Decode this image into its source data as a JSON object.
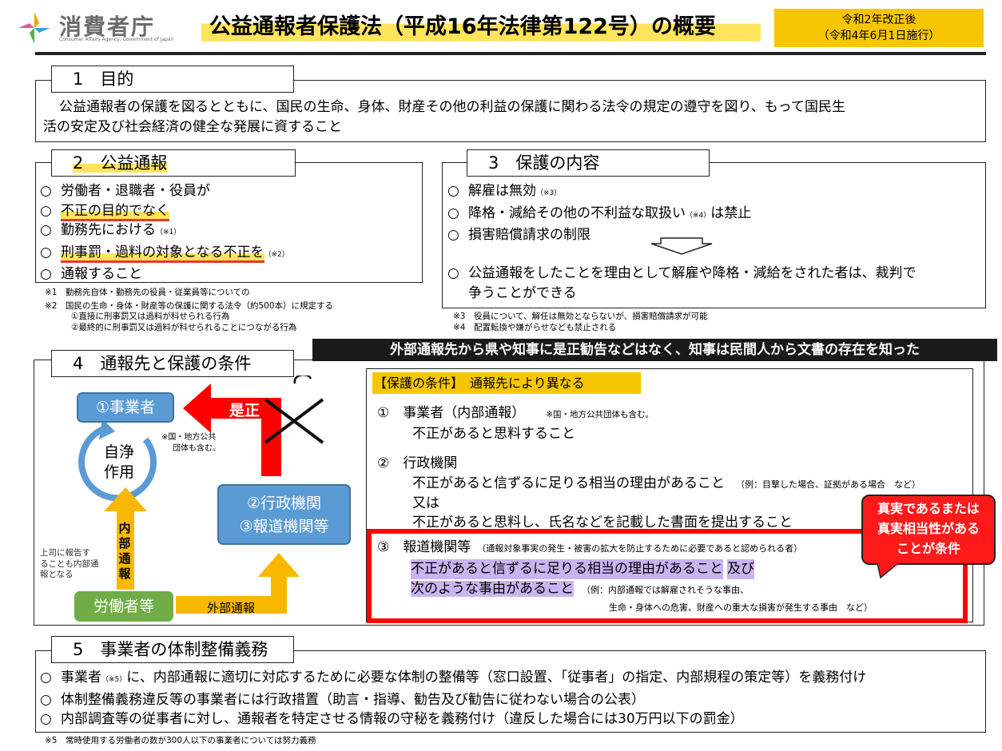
{
  "header": {
    "logo_text": "消費者庁",
    "logo_sub": "Consumer Affairs Agency, Government of Japan",
    "title": "公益通報者保護法（平成16年法律第122号）の概要",
    "date_line1": "令和2年改正後",
    "date_line2": "（令和4年6月1日施行）"
  },
  "s1": {
    "head": "1　目的",
    "l1": "公益通報者の保護を図るとともに、国民の生命、身体、財産その他の利益の保護に関わる法令の規定の遵守を図り、もって国民生",
    "l2": "活の安定及び社会経済の健全な発展に資すること"
  },
  "s2": {
    "head": "2　公益通報",
    "i1": "労働者・退職者・役員が",
    "i2": "不正の目的でなく",
    "i3": "勤務先における",
    "i3n": "（※1）",
    "i4": "刑事罰・過料の対象となる不正を",
    "i4n": "（※2）",
    "i5": "通報すること",
    "n1": "※1　勤務先自体・勤務先の役員・従業員等についての",
    "n2": "※2　国民の生命・身体・財産等の保護に関する法令（約500本）に規定する",
    "n3": "①直接に刑事罰又は過料が科せられる行為",
    "n4": "②最終的に刑事罰又は過料が科せられることにつながる行為"
  },
  "s3": {
    "head": "3　保護の内容",
    "i1": "解雇は無効",
    "i1n": "（※3）",
    "i2a": "降格・減給その他の不利益な取扱い",
    "i2n": "（※4）",
    "i2b": "は禁止",
    "i3": "損害賠償請求の制限",
    "i4a": "公益通報をしたことを理由として解雇や降格・減給をされた者は、裁判で",
    "i4b": "争うことができる",
    "n1": "※3　役員について、解任は無効とならないが、損害賠償請求が可能",
    "n2": "※4　配置転換や嫌がらせなども禁止される"
  },
  "banner": "外部通報先から県や知事に是正勧告などはなく、知事は民間人から文書の存在を知った",
  "s4": {
    "head": "4　通報先と保護の条件",
    "jigyosha": "①事業者",
    "zesei": "是正",
    "note_gov1": "※国・地方公共",
    "note_gov2": "団体も含む。",
    "jijo1": "自浄",
    "jijo2": "作用",
    "gyosei1": "②行政機関",
    "gyosei2": "③報道機関等",
    "naibu": "内部通報",
    "joshi1": "上司に報告す",
    "joshi2": "ることも内部通",
    "joshi3": "報となる",
    "rodosha": "労働者等",
    "gaibu": "外部通報"
  },
  "cond": {
    "head": "【保護の条件】　通報先により異なる",
    "c1": "①　事業者（内部通報）",
    "c1n": "※国・地方公共団体も含む。",
    "c1a": "不正があると思料すること",
    "c2": "②　行政機関",
    "c2a": "不正があると信ずるに足りる相当の理由があること",
    "c2n": "（例：目撃した場合、証拠がある場合　など）",
    "c2b": "又は",
    "c2c": "不正があると思料し、氏名などを記載した書面を提出すること",
    "c3": "③　報道機関等",
    "c3n": "（通報対象事実の発生・被害の拡大を防止するために必要であると認められる者）",
    "c3a": "不正があると信ずるに足りる相当の理由があること",
    "c3b": "及び",
    "c3c": "次のような事由があること",
    "c3e1": "（例：内部通報では解雇されそうな事由、",
    "c3e2": "生命・身体への危害、財産への重大な損害が発生する事由　など）"
  },
  "callout": {
    "l1": "真実であるまたは",
    "l2": "真実相当性がある",
    "l3": "ことが条件"
  },
  "s5": {
    "head": "5　事業者の体制整備義務",
    "i1a": "事業者",
    "i1n": "（※5）",
    "i1b": "に、内部通報に適切に対応するために必要な体制の整備等（窓口設置、「従事者」の指定、内部規程の策定等）を義務付け",
    "i2": "体制整備義務違反等の事業者には行政措置（助言・指導、勧告及び勧告に従わない場合の公表）",
    "i3": "内部調査等の従事者に対し、通報者を特定させる情報の守秘を義務付け（違反した場合には30万円以下の罰金）",
    "n1": "※5　常時使用する労働者の数が300人以下の事業者については努力義務"
  },
  "bullet": "○"
}
